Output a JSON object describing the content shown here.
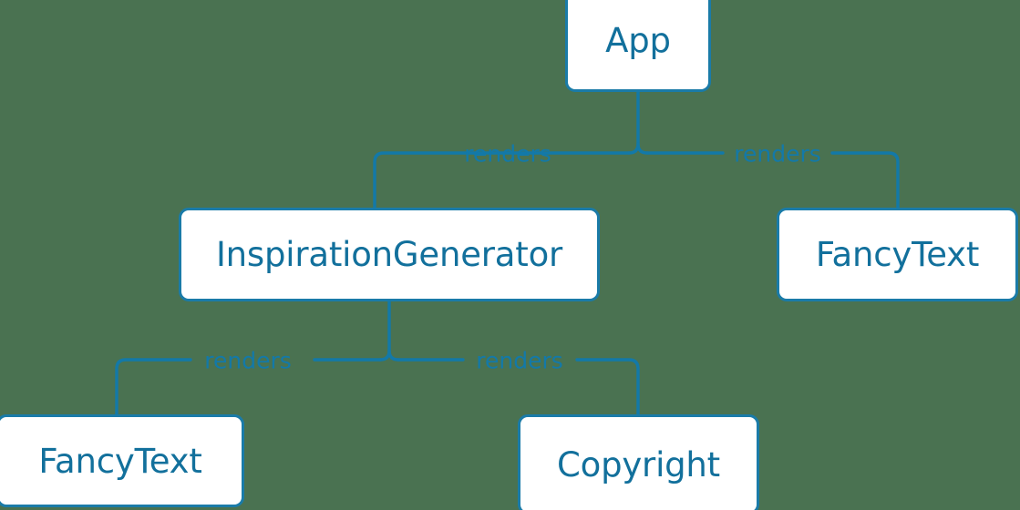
{
  "diagram": {
    "type": "component-tree",
    "background_color": "#4a7251",
    "node_fill_color": "#ffffff",
    "node_border_color": "#1a7ba8",
    "node_text_color": "#12709c",
    "edge_color": "#1379a8",
    "edge_label_color": "#1379a8",
    "nodes": [
      {
        "id": "app",
        "label": "App"
      },
      {
        "id": "inspiration",
        "label": "InspirationGenerator"
      },
      {
        "id": "fancytext_right",
        "label": "FancyText"
      },
      {
        "id": "fancytext_bottom",
        "label": "FancyText"
      },
      {
        "id": "copyright",
        "label": "Copyright"
      }
    ],
    "edges": [
      {
        "id": "app_inspiration",
        "from": "app",
        "to": "inspiration",
        "label": "renders"
      },
      {
        "id": "app_fancytext",
        "from": "app",
        "to": "fancytext_right",
        "label": "renders"
      },
      {
        "id": "insp_fancytext",
        "from": "inspiration",
        "to": "fancytext_bottom",
        "label": "renders"
      },
      {
        "id": "insp_copyright",
        "from": "inspiration",
        "to": "copyright",
        "label": "renders"
      }
    ]
  }
}
